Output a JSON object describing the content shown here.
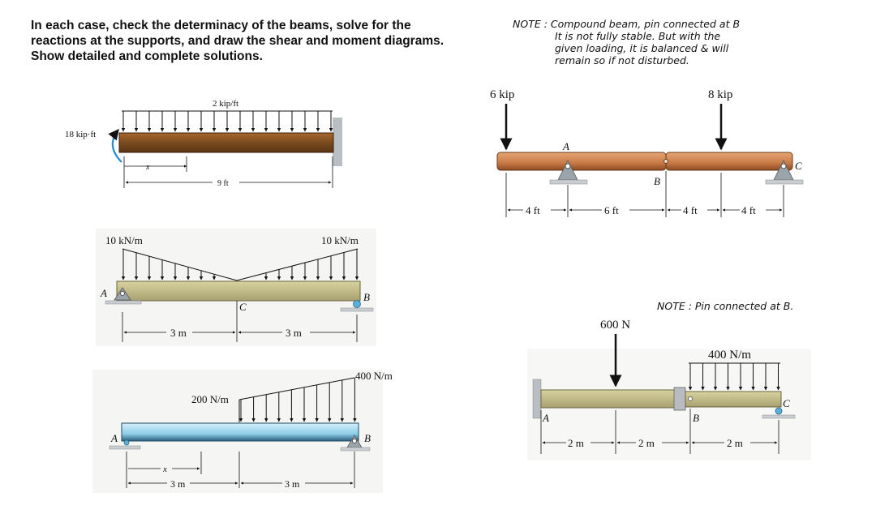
{
  "instructions": "In each case, check the determinacy of the beams, solve for the reactions at the supports, and draw the shear and moment diagrams. Show detailed and complete solutions.",
  "note1": {
    "lines": [
      "NOTE : Compound beam, pin connected at B",
      "It is not fully stable. But with the",
      "given loading, it is balanced & will",
      "remain so if not disturbed."
    ]
  },
  "note2": {
    "text": "NOTE : Pin connected at B."
  },
  "beam1": {
    "load": "2 kip/ft",
    "moment": "18 kip·ft",
    "x": "x",
    "span": "9 ft"
  },
  "beam2": {
    "load_left": "10 kN/m",
    "load_right": "10 kN/m",
    "A": "A",
    "B": "B",
    "C": "C",
    "span1": "3 m",
    "span2": "3 m"
  },
  "beam3": {
    "load_low": "200 N/m",
    "load_high": "400 N/m",
    "A": "A",
    "B": "B",
    "x": "x",
    "span1": "3 m",
    "span2": "3 m"
  },
  "beam4": {
    "P1": "6 kip",
    "P2": "8 kip",
    "A": "A",
    "B": "B",
    "C": "C",
    "d1": "4 ft",
    "d2": "6 ft",
    "d3": "4 ft",
    "d4": "4 ft"
  },
  "beam5": {
    "P": "600 N",
    "load": "400 N/m",
    "A": "A",
    "B": "B",
    "C": "C",
    "d1": "2 m",
    "d2": "2 m",
    "d3": "2 m"
  },
  "colors": {
    "wood_light": "#c8c28e",
    "wood_dark": "#7a4a1e",
    "copper": "#c87a45",
    "blue_beam": "#a8d8ee",
    "support": "#9aa4ab",
    "ground": "#c9ced2"
  }
}
